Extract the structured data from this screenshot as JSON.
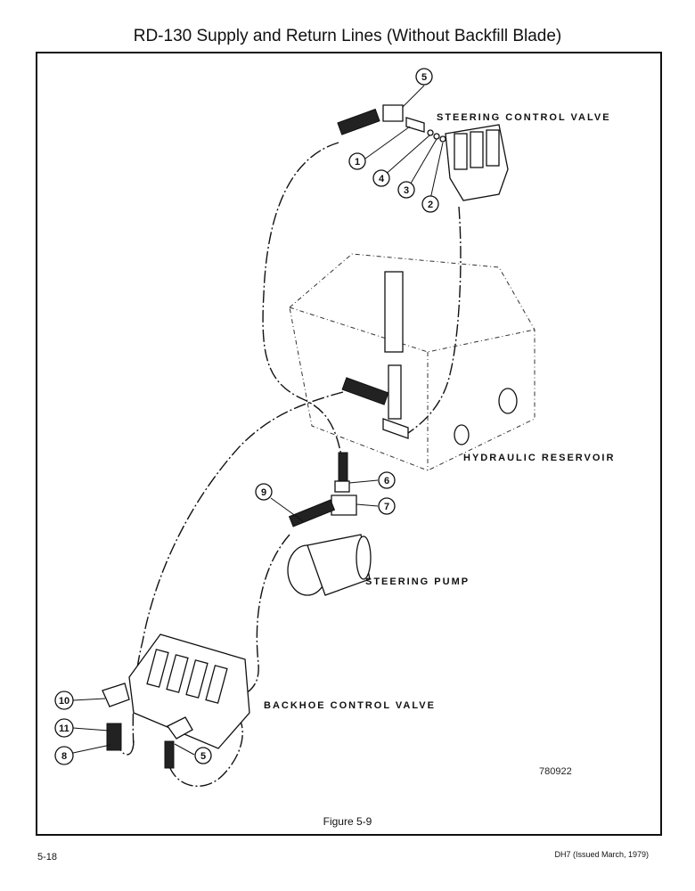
{
  "page": {
    "title": "RD-130 Supply and Return Lines (Without Backfill Blade)",
    "figure_caption": "Figure 5-9",
    "page_number": "5-18",
    "issue": "DH7 (Issued March, 1979)"
  },
  "diagram": {
    "drawing_number": "780922",
    "components": [
      {
        "id": "steering_valve",
        "label": "STEERING CONTROL VALVE"
      },
      {
        "id": "reservoir",
        "label": "HYDRAULIC RESERVOIR"
      },
      {
        "id": "pump",
        "label": "STEERING PUMP"
      },
      {
        "id": "backhoe_valve",
        "label": "BACKHOE CONTROL VALVE"
      }
    ],
    "callouts": [
      "5",
      "1",
      "4",
      "3",
      "2",
      "6",
      "7",
      "9",
      "10",
      "11",
      "8",
      "5"
    ]
  }
}
